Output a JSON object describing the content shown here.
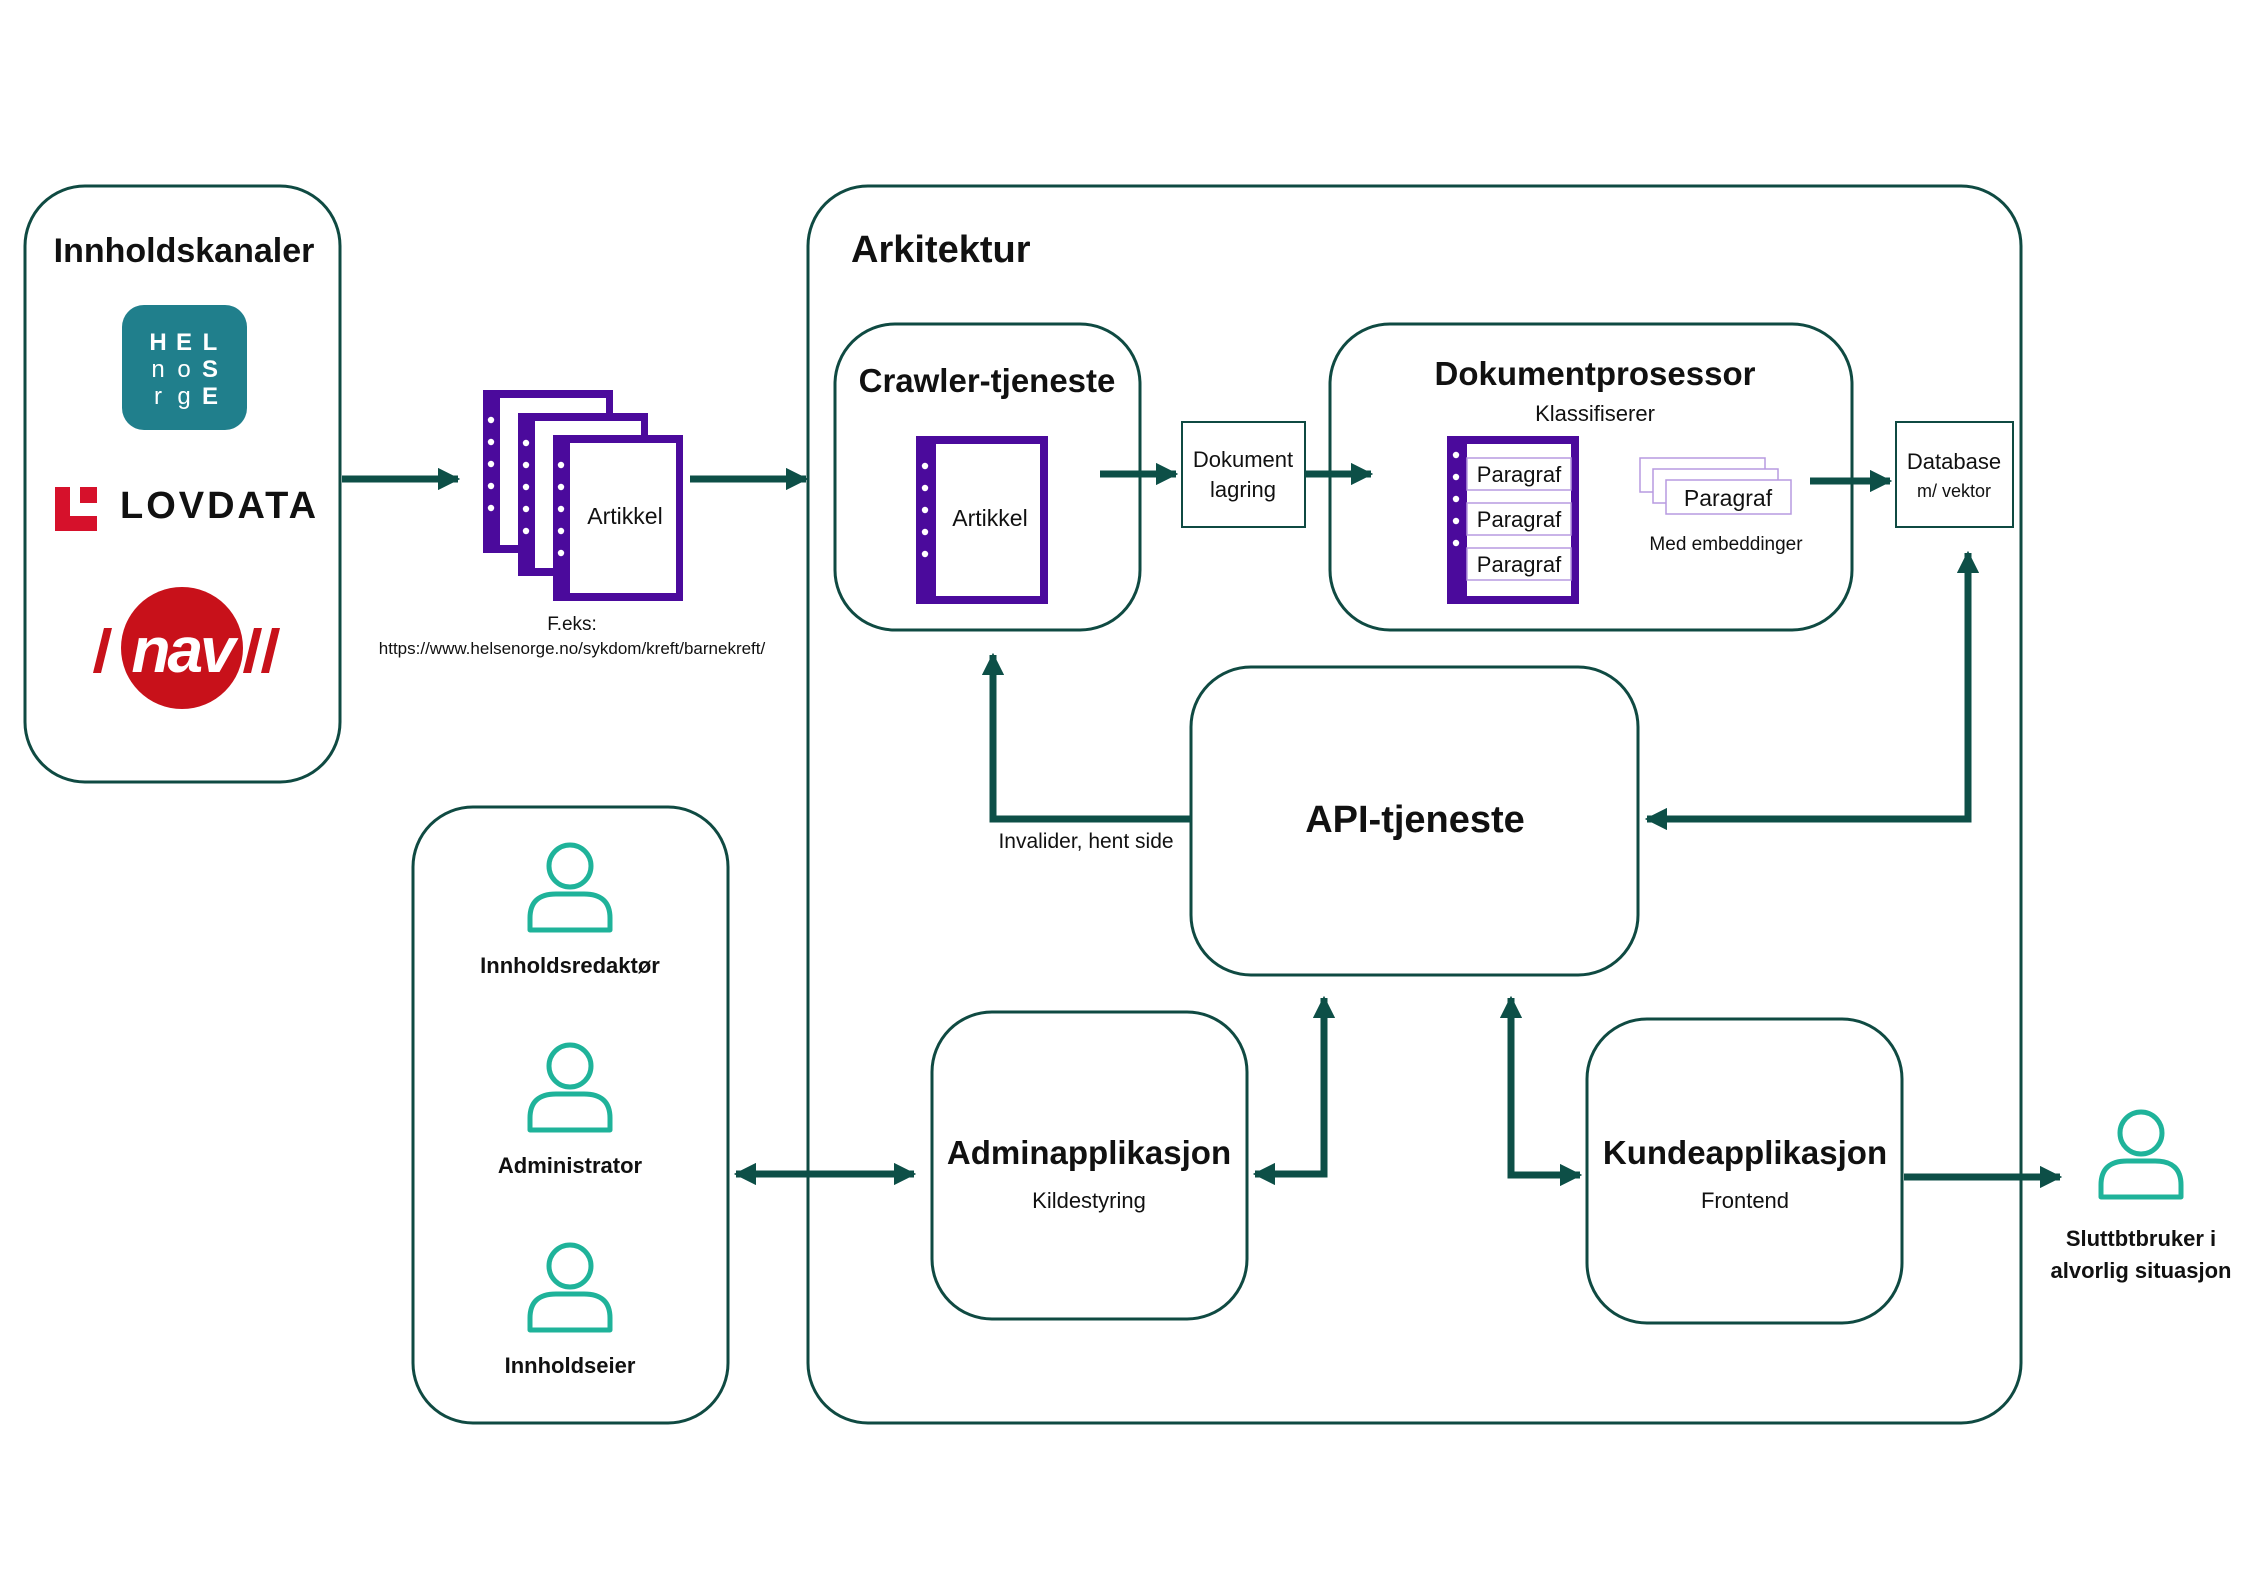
{
  "colors": {
    "frame": "#0f4a42",
    "arrow": "#0d4f47",
    "purple": "#4b0a9c",
    "purple_light": "#b79ae0",
    "user_teal": "#1fb39a",
    "helsenorge_teal": "#207f8c",
    "lovdata_red": "#d6112b",
    "nav_red": "#c8111a"
  },
  "channels": {
    "title": "Innholdskanaler",
    "helsenorge_logo_letters": [
      "H",
      "E",
      "L",
      "n",
      "o",
      "S",
      "r",
      "g",
      "E"
    ],
    "lovdata_label": "LOVDATA",
    "nav_label": "nav"
  },
  "articles": {
    "label": "Artikkel",
    "example_prefix": "F.eks:",
    "example_url": "https://www.helsenorge.no/sykdom/kreft/barnekreft/"
  },
  "architecture": {
    "title": "Arkitektur",
    "crawler": {
      "title": "Crawler-tjeneste",
      "doc_label": "Artikkel"
    },
    "doc_storage": {
      "line1": "Dokument",
      "line2": "lagring"
    },
    "processor": {
      "title": "Dokumentprosessor",
      "subtitle": "Klassifiserer",
      "paragraphs": [
        "Paragraf",
        "Paragraf",
        "Paragraf"
      ],
      "embedded_paragraph": "Paragraf",
      "embeddings_caption": "Med embeddinger"
    },
    "database": {
      "line1": "Database",
      "line2": "m/ vektor"
    },
    "api": {
      "title": "API-tjeneste",
      "invalidate_label": "Invalider, hent side"
    },
    "admin_app": {
      "title": "Adminapplikasjon",
      "subtitle": "Kildestyring"
    },
    "customer_app": {
      "title": "Kundeapplikasjon",
      "subtitle": "Frontend"
    }
  },
  "roles": [
    "Innholdsredaktør",
    "Administrator",
    "Innholdseier"
  ],
  "end_user": {
    "line1": "Sluttbtbruker i",
    "line2": "alvorlig situasjon"
  }
}
